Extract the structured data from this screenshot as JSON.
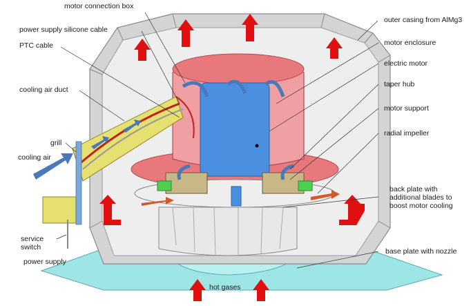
{
  "labels": {
    "motor_connection_box": "motor connection box",
    "power_supply_silicone_cable": "power supply silicone cable",
    "ptc_cable": "PTC cable",
    "cooling_air_duct": "cooling air duct",
    "grill": "grill",
    "cooling_air": "cooling air",
    "service_switch_line1": "service",
    "service_switch_line2": "switch",
    "power_supply": "power supply",
    "outer_casing": "outer casing from AlMg3",
    "motor_enclosure": "motor enclosure",
    "electric_motor": "electric motor",
    "taper_hub": "taper hub",
    "motor_support": "motor support",
    "radial_impeller": "radial impeller",
    "back_plate_line1": "back plate with",
    "back_plate_line2": "additional blades to",
    "back_plate_line3": "boost motor cooling",
    "base_plate": "base plate with nozzle",
    "hot_gases": "hot gases"
  },
  "colors": {
    "casing": "#d4d4d4",
    "casing_dark": "#a8a8a8",
    "motor_enclosure": "#e8787c",
    "electric_motor": "#4a8fe0",
    "duct": "#e6e070",
    "base_plate": "#9ee6e6",
    "support": "#c8b888",
    "hot_arrow": "#e01010",
    "cooling_arrow": "#4a78b8",
    "orange_arrow": "#d05a28"
  }
}
